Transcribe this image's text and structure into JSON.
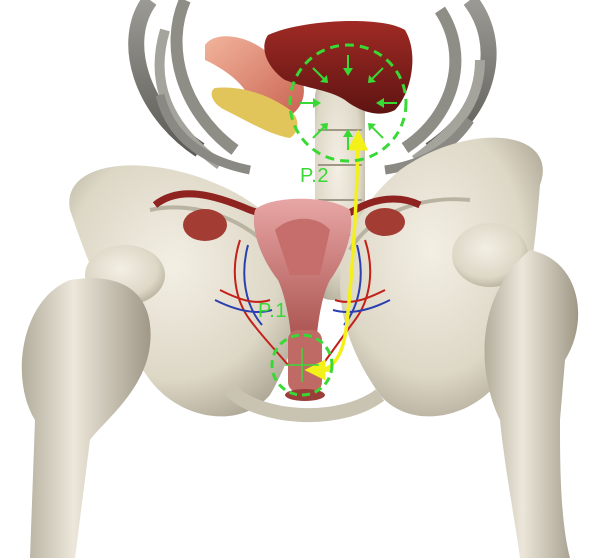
{
  "labels": {
    "p1": "P.1",
    "p2": "P.2"
  },
  "colors": {
    "marker_green": "#39d935",
    "path_yellow": "#f4f11a",
    "bone": "#e9e4d6",
    "bone_shadow": "#b9b3a2",
    "organ_red": "#8e2320",
    "uterus_pink": "#d98a8c",
    "vein_blue": "#2b3fb0",
    "artery_red": "#c4201a",
    "pancreas_yellow": "#e2c55a",
    "stomach_peach": "#e99478"
  },
  "icons": {
    "p1_marker": "dashed-circle-with-crosshair",
    "p2_marker": "dashed-circle-with-inward-arrows",
    "migration_path": "yellow-curved-arrow"
  }
}
